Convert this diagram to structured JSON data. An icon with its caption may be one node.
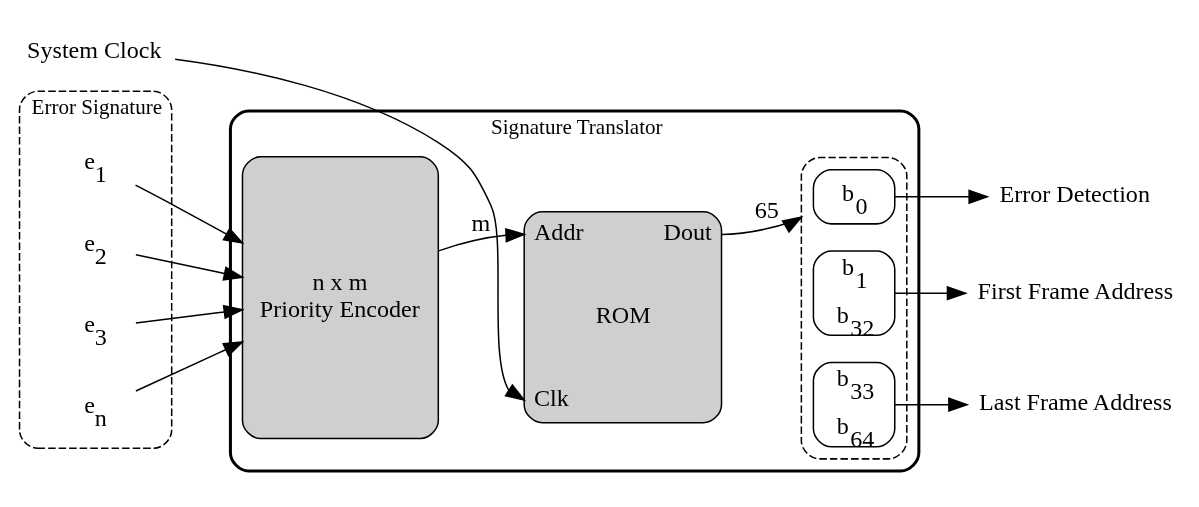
{
  "diagram": {
    "nodes": [
      {
        "text": [
          "Signature Translator"
        ]
      },
      {
        "text": [
          "Error Signature"
        ]
      },
      {
        "text": [
          "e$_{1}$"
        ],
        "in": 1
      },
      {
        "text": [
          "e$_{2}$"
        ],
        "in": 1
      },
      {
        "text": [
          "e$_{3}$"
        ],
        "in": 1
      },
      {
        "text": [
          "e$_{n}$"
        ],
        "in": 1
      },
      {
        "text": [
          "n x m",
          "Priority Encoder"
        ],
        "in": 0
      },
      {
        "text": [
          "Addr",
          "Dout",
          "ROM",
          "Clk"
        ],
        "in": 0
      },
      {
        "text": [],
        "shape": "box",
        "in": 0
      },
      {
        "text": [
          "b$_{0}$"
        ],
        "in": 8
      },
      {
        "text": [
          "b$_{1}$",
          "b$_{32}$"
        ],
        "in": 8
      },
      {
        "text": [
          "b$_{33}$",
          "b$_{64}$"
        ],
        "in": 8
      },
      {
        "text": [
          "Error Detection"
        ]
      },
      {
        "text": [
          "First Frame Address"
        ]
      },
      {
        "text": [
          "Last Frame Address"
        ]
      },
      {
        "text": [
          "System Clock"
        ]
      }
    ],
    "edges": [
      {
        "from": 2,
        "to": 6,
        "arrow": "to"
      },
      {
        "from": 3,
        "to": 6,
        "arrow": "to"
      },
      {
        "from": 4,
        "to": 6,
        "arrow": "to"
      },
      {
        "from": 5,
        "to": 6,
        "arrow": "to"
      },
      {
        "from": 6,
        "to": 7,
        "arrow": "to",
        "label": "m"
      },
      {
        "from": 7,
        "to": 8,
        "arrow": "to",
        "label": "65"
      },
      {
        "from": 9,
        "to": 12,
        "arrow": "to"
      },
      {
        "from": 10,
        "to": 13,
        "arrow": "to"
      },
      {
        "from": 11,
        "to": 14,
        "arrow": "to"
      },
      {
        "from": 15,
        "to": 7,
        "arrow": "to"
      }
    ]
  }
}
